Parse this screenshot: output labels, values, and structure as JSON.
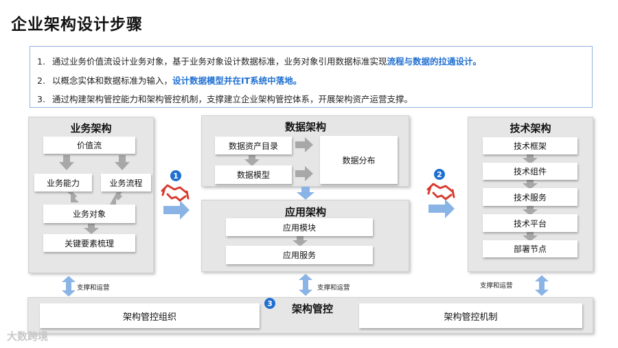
{
  "title": "企业架构设计步骤",
  "intro": {
    "items": [
      {
        "num": "1.",
        "text": "通过业务价值流设计业务对象，基于业务对象设计数据标准，业务对象引用数据标准实现",
        "highlight": "流程与数据的拉通设计。",
        "tail": ""
      },
      {
        "num": "2.",
        "text": "以概念实体和数据标准为输入，",
        "highlight": "设计数据模型并在IT系统中落地。",
        "tail": ""
      },
      {
        "num": "3.",
        "text": "通过构建架构管控能力和架构管控机制，支撑建立企业架构管控体系，开展架构资产运营支撑。",
        "highlight": "",
        "tail": ""
      }
    ]
  },
  "business": {
    "title": "业务架构",
    "value_stream": "价值流",
    "capability": "业务能力",
    "process": "业务流程",
    "object": "业务对象",
    "key_elements": "关键要素梳理"
  },
  "data": {
    "title": "数据架构",
    "catalog": "数据资产目录",
    "model": "数据模型",
    "distribution": "数据分布"
  },
  "application": {
    "title": "应用架构",
    "module": "应用模块",
    "service": "应用服务"
  },
  "technology": {
    "title": "技术架构",
    "framework": "技术框架",
    "component": "技术组件",
    "service": "技术服务",
    "platform": "技术平台",
    "deploy": "部署节点"
  },
  "governance": {
    "title": "架构管控",
    "org": "架构管控组织",
    "mechanism": "架构管控机制",
    "badge": "3"
  },
  "connectors": {
    "badge1": "1",
    "badge2": "2",
    "support_left": "支撑和运营",
    "support_mid": "支撑和运营",
    "support_right": "支撑和运营"
  },
  "watermark": "大数跨境",
  "colors": {
    "accent": "#1f6fd1",
    "arrow_blue": "#8ab4e6",
    "arrow_gray": "#a8a8a8",
    "handshake": "#d83a2e"
  }
}
